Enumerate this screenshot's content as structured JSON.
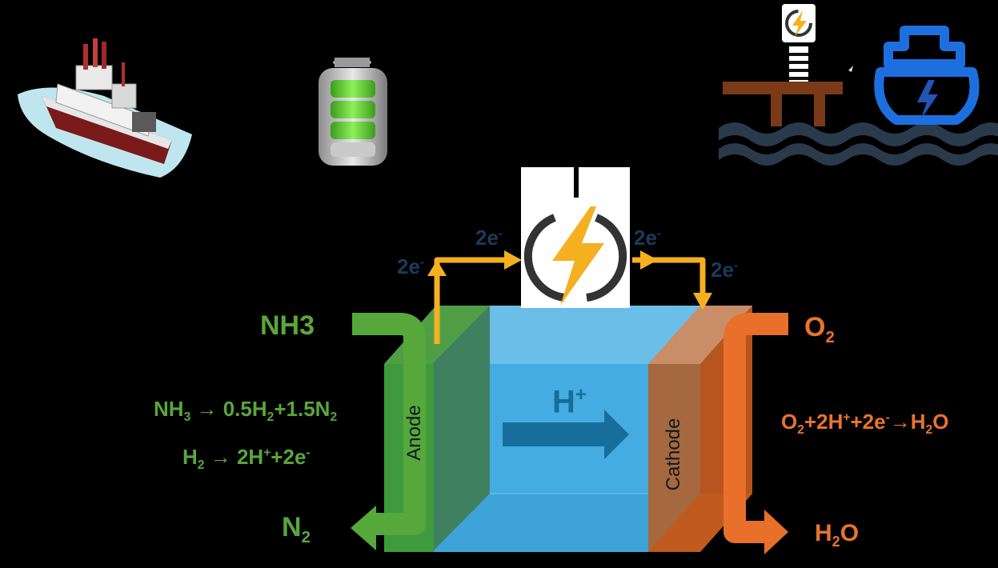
{
  "reactants": {
    "nh3_label": "NH3",
    "n2_label": "N",
    "n2_sub": "2",
    "o2_label": "O",
    "o2_sub": "2",
    "h2o_label": "H",
    "h2o_sub": "2",
    "h2o_tail": "O"
  },
  "cell": {
    "anode_label": "Anode",
    "cathode_label": "Cathode",
    "proton_label": "H",
    "proton_sup": "+"
  },
  "electrons": {
    "left_vertical": "2e",
    "left_horizontal": "2e",
    "right_horizontal": "2e",
    "right_vertical": "2e",
    "sup": "-"
  },
  "equations": {
    "anode_1": {
      "a": "NH",
      "a_sub": "3",
      "arrow": "→",
      "b": "0.5H",
      "b_sub": "2",
      "c": "+1.5N",
      "c_sub": "2"
    },
    "anode_2": {
      "a": "H",
      "a_sub": "2",
      "arrow": "→",
      "b": "2H",
      "b_sup": "+",
      "c": "+2e",
      "c_sup": "-"
    },
    "cathode": {
      "a": "O",
      "a_sub": "2",
      "b": "+2H",
      "b_sup": "+",
      "c": "+2e",
      "c_sup": "-",
      "arrow": "→",
      "d": "H",
      "d_sub": "2",
      "e": "O"
    }
  },
  "icons": [
    "ship-icon",
    "battery-icon",
    "charging-station-icon",
    "electric-ship-icon",
    "lightning-power-icon"
  ],
  "colors": {
    "anode_green": "#3f8f3a",
    "fuel_green": "#56a83a",
    "electrolyte_blue": "#45b0e0",
    "cathode_brown": "#a05a32",
    "oxygen_orange": "#e8702a",
    "electron_path": "#f5b020",
    "electron_label": "#1c3a5a"
  }
}
